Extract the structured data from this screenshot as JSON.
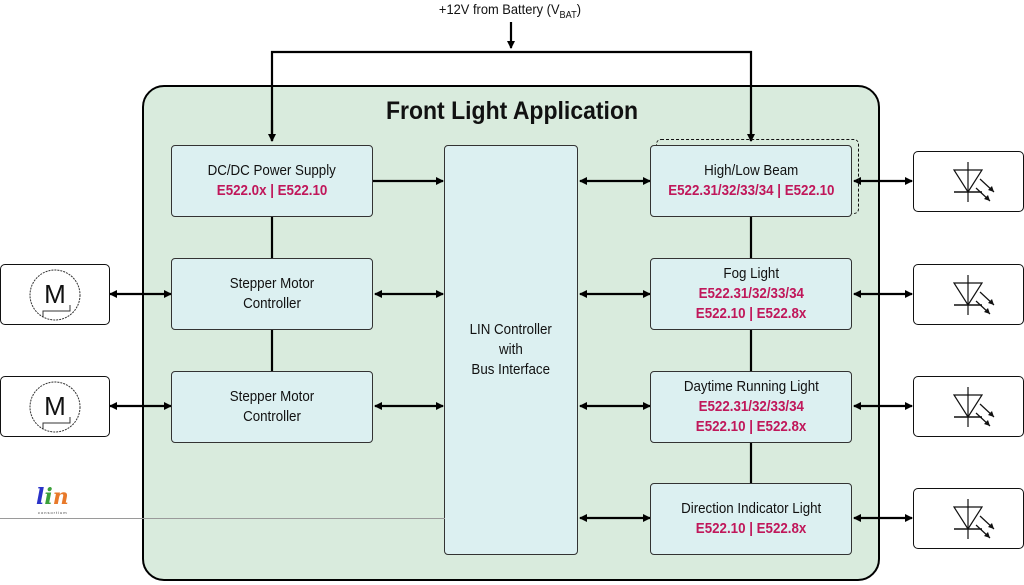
{
  "supply": {
    "label": "+12V from Battery (V",
    "subscript": "BAT",
    "suffix": ")"
  },
  "panel": {
    "title": "Front Light Application"
  },
  "left_blocks": [
    {
      "name": "DC/DC Power Supply",
      "parts": [
        "E522.0x | E522.10"
      ]
    },
    {
      "name": "Stepper Motor Controller",
      "parts": []
    },
    {
      "name": "Stepper Motor Controller",
      "parts": []
    }
  ],
  "center_block": {
    "lines": [
      "LIN Controller",
      "with",
      "Bus Interface"
    ]
  },
  "right_blocks": [
    {
      "name": "High/Low Beam",
      "parts": [
        "E522.31/32/33/34 | E522.10"
      ]
    },
    {
      "name": "Fog Light",
      "parts": [
        "E522.31/32/33/34",
        "E522.10 | E522.8x"
      ]
    },
    {
      "name": "Daytime Running Light",
      "parts": [
        "E522.31/32/33/34",
        "E522.10 | E522.8x"
      ]
    },
    {
      "name": "Direction Indicator Light",
      "parts": [
        "E522.10 | E522.8x"
      ]
    }
  ],
  "motors": [
    {
      "symbol": "M",
      "icon": "motor-icon"
    },
    {
      "symbol": "M",
      "icon": "motor-icon"
    }
  ],
  "leds": [
    {
      "icon": "led-icon"
    },
    {
      "icon": "led-icon"
    },
    {
      "icon": "led-icon"
    },
    {
      "icon": "led-icon"
    }
  ],
  "logo": {
    "l": "l",
    "i": "i",
    "n": "n",
    "tagline": "consortium"
  },
  "colors": {
    "panel": "#d9ebdd",
    "block": "#dcf0f1",
    "part_number": "#c0175a"
  }
}
